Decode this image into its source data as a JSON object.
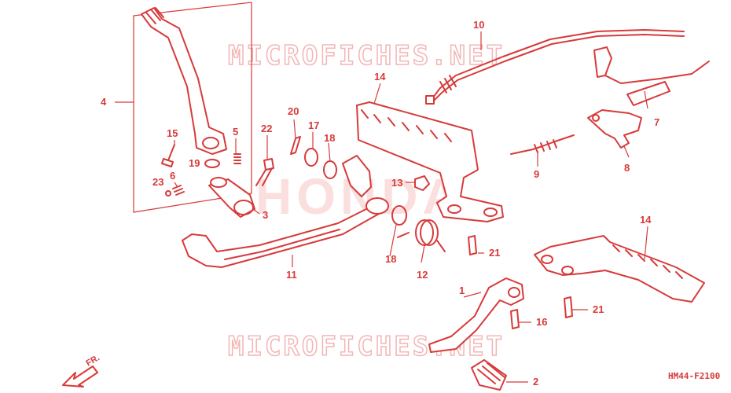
{
  "watermarks": {
    "top": "MICROFICHES.NET",
    "bottom": "MICROFICHES.NET",
    "center": "HONDA"
  },
  "diagram_code": "HM44-F2100",
  "direction_label": "FR.",
  "colors": {
    "ink": "#d83a3a",
    "watermark": "#f3b5b5"
  },
  "callouts": {
    "c1": "1",
    "c2": "2",
    "c3": "3",
    "c4": "4",
    "c5": "5",
    "c6": "6",
    "c7": "7",
    "c8": "8",
    "c9": "9",
    "c10": "10",
    "c11": "11",
    "c12": "12",
    "c13": "13",
    "c14a": "14",
    "c14b": "14",
    "c15": "15",
    "c16": "16",
    "c17": "17",
    "c18a": "18",
    "c18b": "18",
    "c19": "19",
    "c20": "20",
    "c21a": "21",
    "c21b": "21",
    "c22": "22",
    "c23": "23"
  }
}
